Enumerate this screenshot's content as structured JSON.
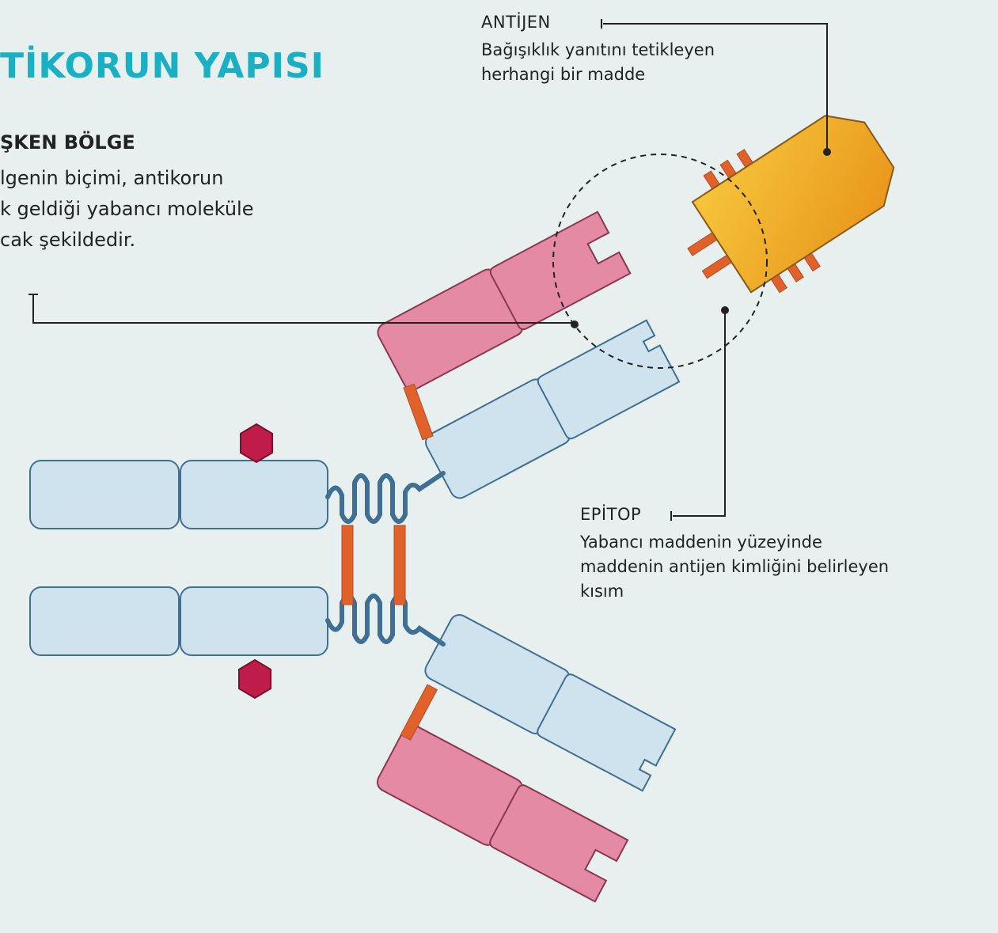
{
  "title": "TİKORUN YAPISI",
  "variable_region": {
    "heading": "ŞKEN BÖLGE",
    "lines": [
      "lgenin biçimi, antikorun",
      "k geldiği yabancı moleküle",
      "cak şekildedir."
    ]
  },
  "antigen": {
    "heading": "ANTİJEN",
    "lines": [
      "Bağışıklık yanıtını tetikleyen",
      "herhangi bir madde"
    ]
  },
  "epitope": {
    "heading": "EPİTOP",
    "lines": [
      "Yabancı maddenin yüzeyinde",
      "maddenin antijen kimliğini belirleyen",
      "kısım"
    ]
  },
  "colors": {
    "background": "#e7efef",
    "title": "#1ab0c4",
    "heavy_chain": "#cfe3ee",
    "light_chain": "#e48aa4",
    "antigen": "#f0a81c",
    "disulfide_bond": "#e0622a",
    "carbohydrate": "#c01c4a"
  }
}
